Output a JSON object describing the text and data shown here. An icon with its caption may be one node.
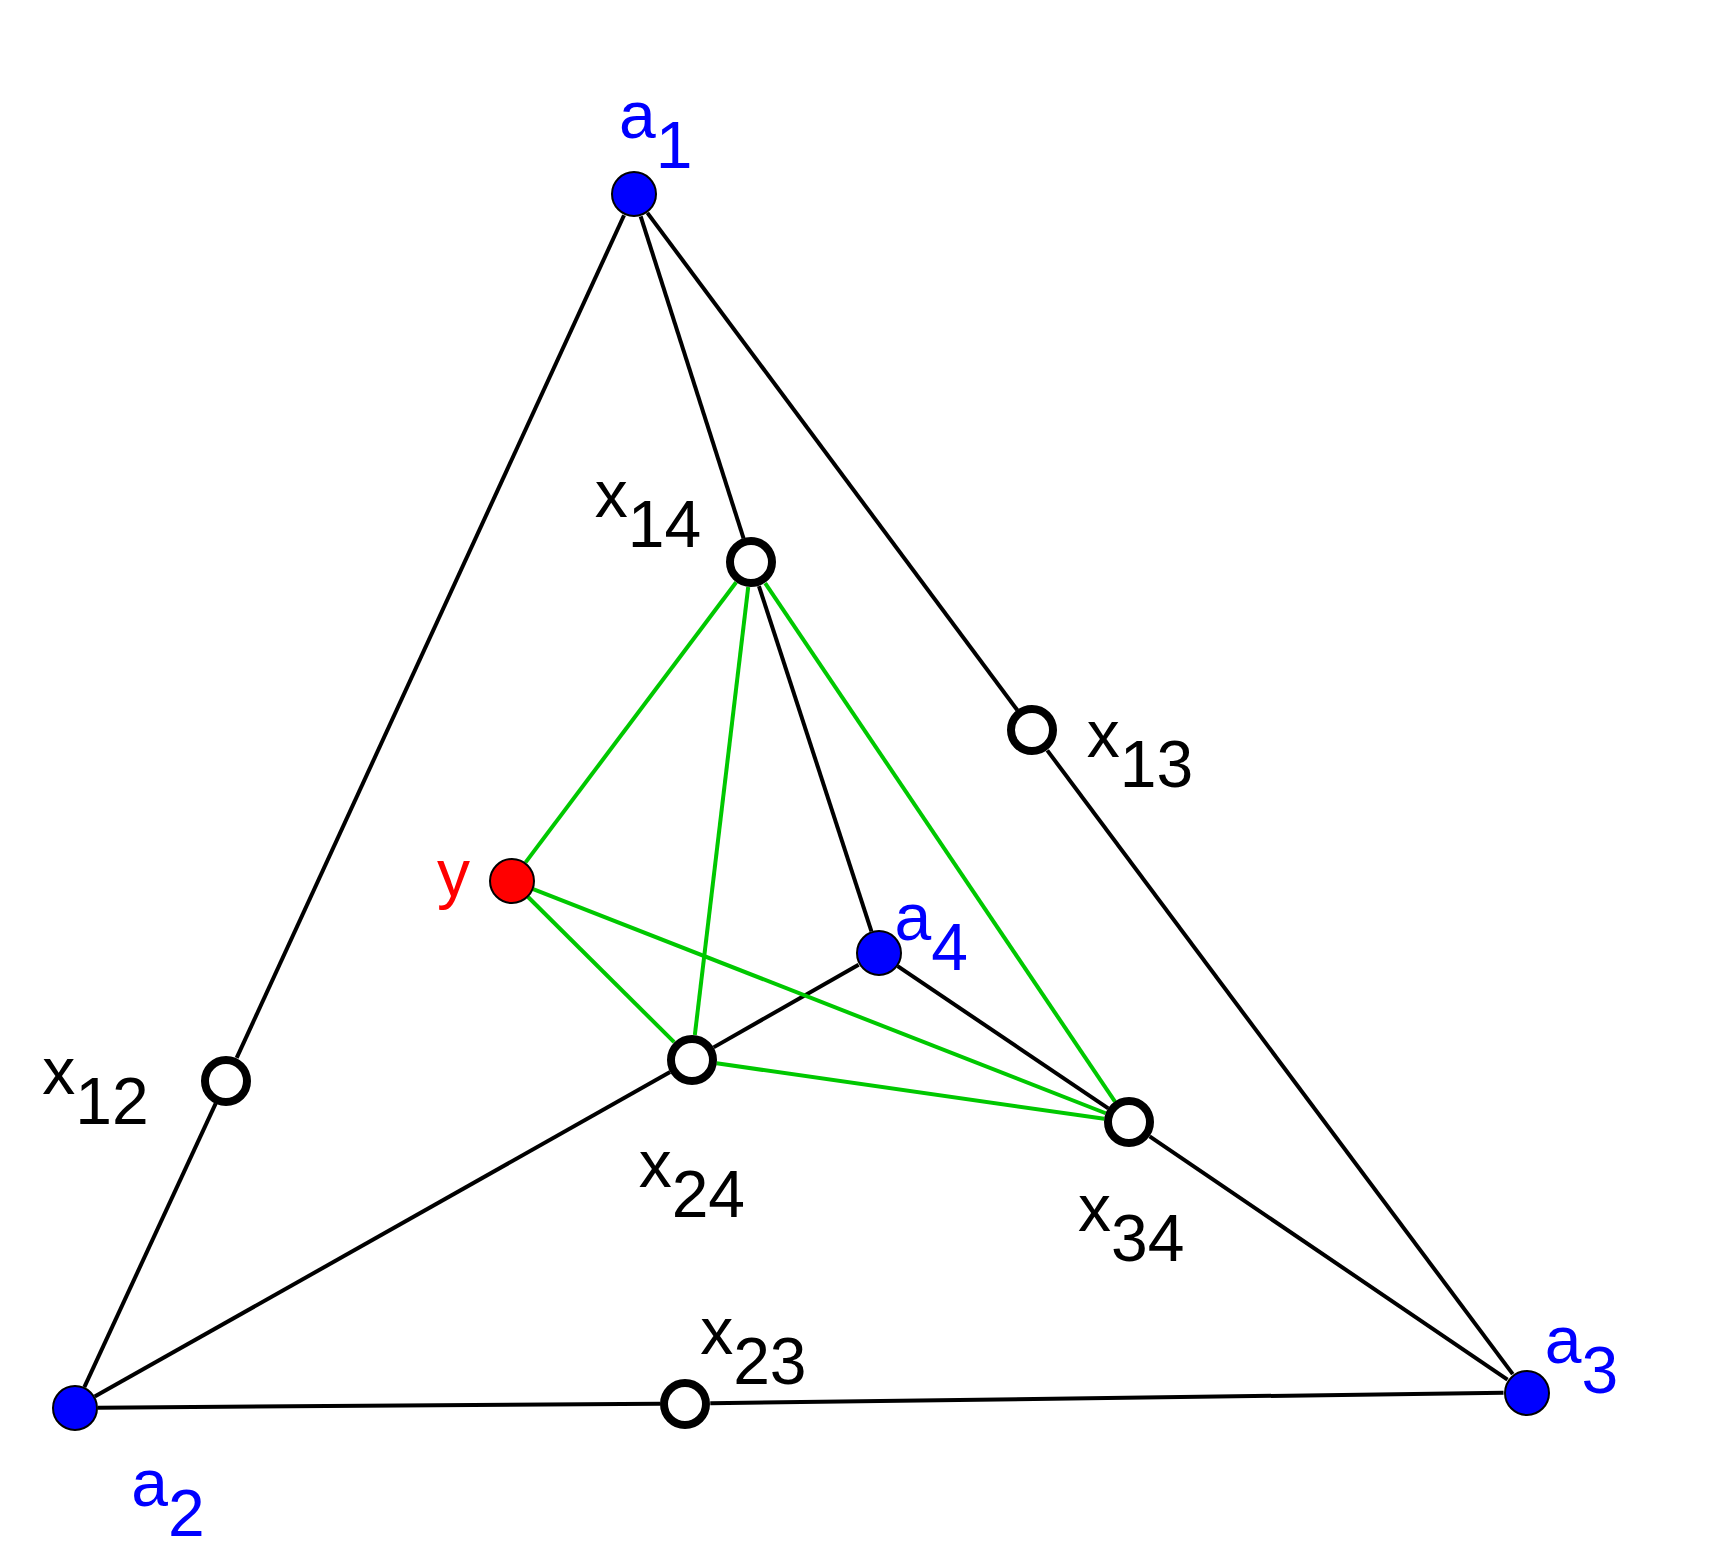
{
  "diagram": {
    "nodes": [
      {
        "text": [],
        "shape": "circle",
        "beside": [
          "a$_{1}$"
        ]
      },
      {
        "text": [],
        "shape": "circle",
        "beside": [
          "a$_{2}$"
        ]
      },
      {
        "text": [],
        "shape": "circle",
        "beside": [
          "a$_{3}$"
        ]
      },
      {
        "text": [],
        "shape": "circle",
        "beside": [
          "a$_{4}$"
        ]
      },
      {
        "text": [],
        "shape": "circle",
        "beside": [
          "y"
        ]
      },
      {
        "text": [],
        "shape": "circle",
        "beside": [
          "x$_{12}$"
        ]
      },
      {
        "text": [],
        "shape": "circle",
        "beside": [
          "x$_{13}$"
        ]
      },
      {
        "text": [],
        "shape": "circle",
        "beside": [
          "x$_{14}$"
        ]
      },
      {
        "text": [],
        "shape": "circle",
        "beside": [
          "x$_{23}$"
        ]
      },
      {
        "text": [],
        "shape": "circle",
        "beside": [
          "x$_{24}$"
        ]
      },
      {
        "text": [],
        "shape": "circle",
        "beside": [
          "x$_{34}$"
        ]
      }
    ],
    "edges": [
      {
        "from": 0,
        "to": 5,
        "arrow": "none"
      },
      {
        "from": 5,
        "to": 1,
        "arrow": "none"
      },
      {
        "from": 0,
        "to": 6,
        "arrow": "none"
      },
      {
        "from": 6,
        "to": 2,
        "arrow": "none"
      },
      {
        "from": 0,
        "to": 7,
        "arrow": "none"
      },
      {
        "from": 7,
        "to": 3,
        "arrow": "none"
      },
      {
        "from": 1,
        "to": 8,
        "arrow": "none"
      },
      {
        "from": 8,
        "to": 2,
        "arrow": "none"
      },
      {
        "from": 1,
        "to": 9,
        "arrow": "none"
      },
      {
        "from": 9,
        "to": 3,
        "arrow": "none"
      },
      {
        "from": 3,
        "to": 10,
        "arrow": "none"
      },
      {
        "from": 10,
        "to": 2,
        "arrow": "none"
      },
      {
        "from": 7,
        "to": 4,
        "arrow": "none",
        "color": "#00c800"
      },
      {
        "from": 7,
        "to": 9,
        "arrow": "none",
        "color": "#00c800"
      },
      {
        "from": 7,
        "to": 10,
        "arrow": "none",
        "color": "#00c800"
      },
      {
        "from": 4,
        "to": 9,
        "arrow": "none",
        "color": "#00c800"
      },
      {
        "from": 4,
        "to": 10,
        "arrow": "none",
        "color": "#00c800"
      },
      {
        "from": 9,
        "to": 10,
        "arrow": "none",
        "color": "#00c800"
      }
    ]
  }
}
